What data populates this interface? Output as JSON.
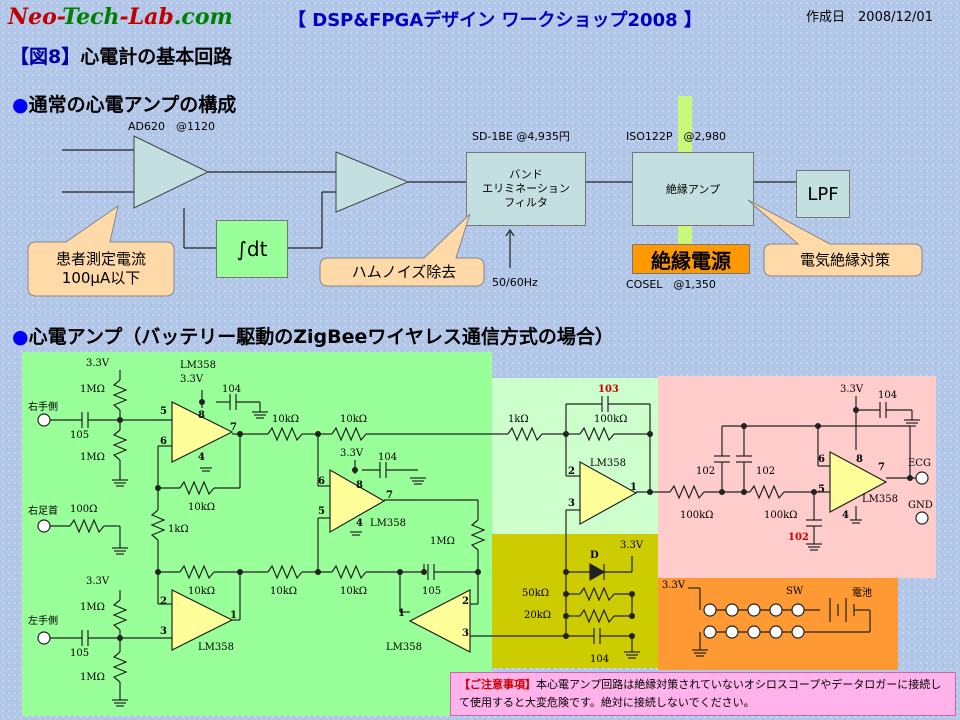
{
  "header": {
    "logo": {
      "part1": "Neo-",
      "part2": "Tech",
      "part3": "-Lab",
      "part4": ".com"
    },
    "workshop": "【 DSP&FPGAデザイン ワークショップ2008 】",
    "date_label": "作成日",
    "date_value": "2008/12/01"
  },
  "figure": {
    "tag": "【図8】",
    "title": "心電計の基本回路"
  },
  "section1": {
    "title": "通常の心電アンプの構成",
    "labels": {
      "ad620": "AD620　@1120",
      "sd1be": "SD-1BE @4,935円",
      "iso122p": "ISO122P　@2,980",
      "cosel": "COSEL　@1,350",
      "hz": "50/60Hz"
    },
    "blocks": {
      "integrator": "∫dt",
      "band_elim_1": "バンド",
      "band_elim_2": "エリミネーション",
      "band_elim_3": "フィルタ",
      "isolation_amp": "絶縁アンプ",
      "lpf": "LPF",
      "isolated_power": "絶縁電源"
    },
    "callouts": {
      "patient_current_1": "患者測定電流",
      "patient_current_2": "100μA以下",
      "ham_noise": "ハムノイズ除去",
      "insulation": "電気絶縁対策"
    }
  },
  "section2": {
    "title": "心電アンプ（バッテリー駆動のZigBeeワイヤレス通信方式の場合）",
    "labels": {
      "v33": "3.3V",
      "r1m": "1MΩ",
      "c105": "105",
      "c104": "104",
      "c102": "102",
      "c103": "103",
      "r10k": "10kΩ",
      "r1k": "1kΩ",
      "r100": "100Ω",
      "r100k": "100kΩ",
      "r50k": "50kΩ",
      "r20k": "20kΩ",
      "opamp": "LM358",
      "right_hand": "右手側",
      "right_foot": "右足首",
      "left_hand": "左手側",
      "ecg": "ECG",
      "gnd": "GND",
      "sw": "SW",
      "battery": "電池",
      "diode": "D",
      "pin1": "1",
      "pin2": "2",
      "pin3": "3",
      "pin4": "4",
      "pin5": "5",
      "pin6": "6",
      "pin7": "7",
      "pin8": "8"
    }
  },
  "notice": {
    "heading": "【ご注意事項】",
    "body": "本心電アンプ回路は絶縁対策されていないオシロスコープやデータロガーに接続して使用すると大変危険です。絶対に接続しないでください。"
  },
  "colors": {
    "green_panel": "#99ff99",
    "lightgreen_panel": "#ccffcc",
    "pink_panel": "#ffcccc",
    "olive_panel": "#cccc00",
    "orange_panel": "#ff9933",
    "block_fill": "#c3dfe0",
    "callout_fill": "#ffd9a8"
  }
}
